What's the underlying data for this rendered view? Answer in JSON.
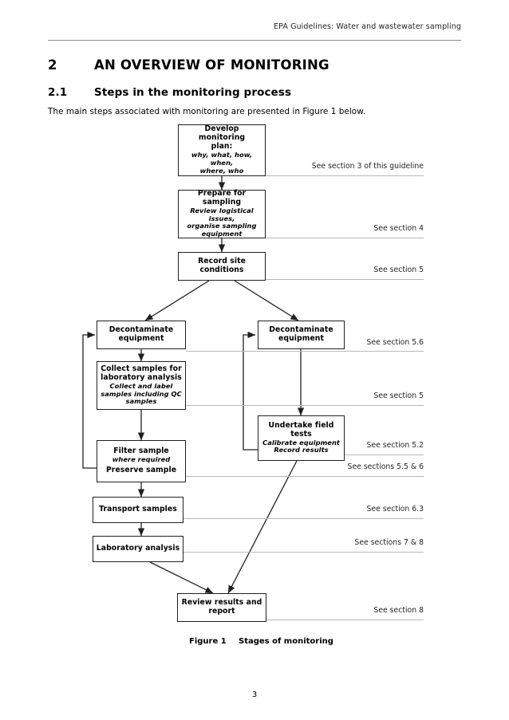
{
  "header": {
    "running_title": "EPA Guidelines: Water and wastewater sampling"
  },
  "headings": {
    "chapter_number": "2",
    "chapter_title": "AN OVERVIEW OF MONITORING",
    "section_number": "2.1",
    "section_title": "Steps in the monitoring process"
  },
  "intro_paragraph": "The main steps associated with monitoring are presented in Figure 1 below.",
  "figure": {
    "caption_label": "Figure 1",
    "caption_title": "Stages of monitoring",
    "nodes": {
      "develop_plan": {
        "title_line1": "Develop monitoring",
        "title_line2": "plan:",
        "sub_line1": "why, what, how, when,",
        "sub_line2": "where, who"
      },
      "prepare_sampling": {
        "title_line1": "Prepare for",
        "title_line2": "sampling",
        "sub_line1": "Review logistical issues,",
        "sub_line2": "organise sampling",
        "sub_line3": "equipment"
      },
      "record_site": {
        "title_line1": "Record site",
        "title_line2": "conditions"
      },
      "decontaminate_left": {
        "title_line1": "Decontaminate",
        "title_line2": "equipment"
      },
      "decontaminate_right": {
        "title_line1": "Decontaminate",
        "title_line2": "equipment"
      },
      "collect_samples": {
        "title_line1": "Collect samples for",
        "title_line2": "laboratory analysis",
        "sub_line1": "Collect and label",
        "sub_line2": "samples including QC",
        "sub_line3": "samples"
      },
      "undertake_field_tests": {
        "title_line1": "Undertake field",
        "title_line2": "tests",
        "sub_line1": "Calibrate equipment",
        "sub_line2": "Record results"
      },
      "filter_preserve": {
        "title_line1": "Filter sample",
        "sub_line1": "where required",
        "title_line2": "Preserve sample"
      },
      "transport_samples": {
        "title_line1": "Transport samples"
      },
      "laboratory_analysis": {
        "title_line1": "Laboratory analysis"
      },
      "review_results": {
        "title_line1": "Review results and",
        "title_line2": "report"
      }
    },
    "section_references": [
      {
        "key": "ref_sec3",
        "label": "See section 3 of this guideline"
      },
      {
        "key": "ref_sec4",
        "label": "See section 4"
      },
      {
        "key": "ref_sec5a",
        "label": "See section 5"
      },
      {
        "key": "ref_sec56",
        "label": "See section 5.6"
      },
      {
        "key": "ref_sec5b",
        "label": "See section 5"
      },
      {
        "key": "ref_sec52",
        "label": "See section 5.2"
      },
      {
        "key": "ref_sec55and6",
        "label": "See sections 5.5 & 6"
      },
      {
        "key": "ref_sec63",
        "label": "See section 6.3"
      },
      {
        "key": "ref_sec7and8",
        "label": "See sections 7 & 8"
      },
      {
        "key": "ref_sec8",
        "label": "See section 8"
      }
    ]
  },
  "page_number": "3",
  "colors": {
    "text": "#231f20",
    "rule": "#8c8c8c",
    "separator": "#b8b8b8",
    "box_border": "#231f20",
    "background": "#ffffff"
  }
}
